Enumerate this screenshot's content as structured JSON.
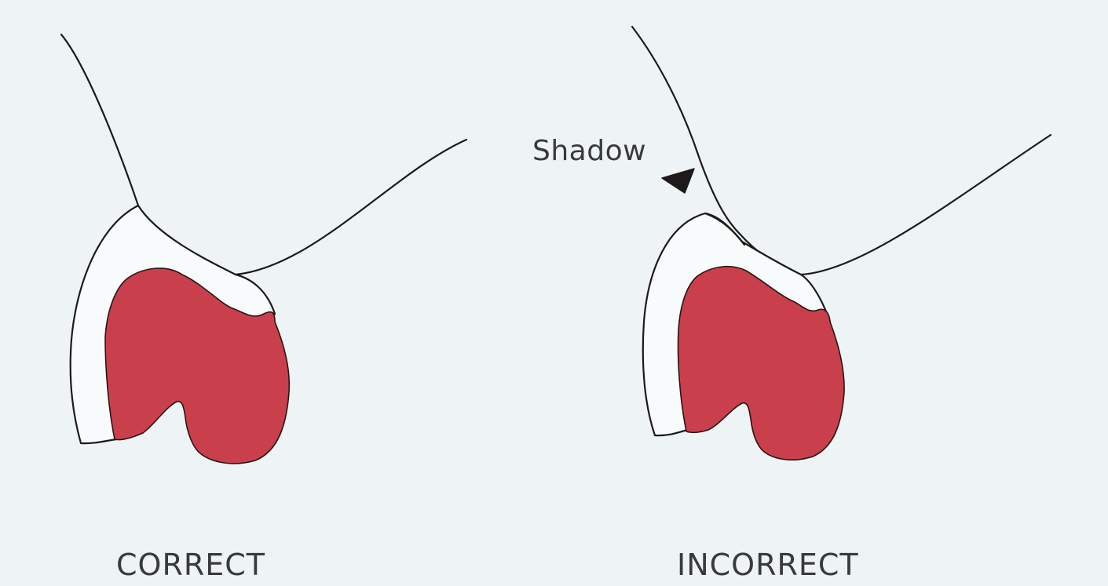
{
  "panels": [
    {
      "caption": "CORRECT"
    },
    {
      "caption": "INCORRECT",
      "annotation": "Shadow"
    }
  ],
  "colors": {
    "background": "#eef4f5",
    "red_region": "#c9404c",
    "outline": "#1e1a1a"
  }
}
